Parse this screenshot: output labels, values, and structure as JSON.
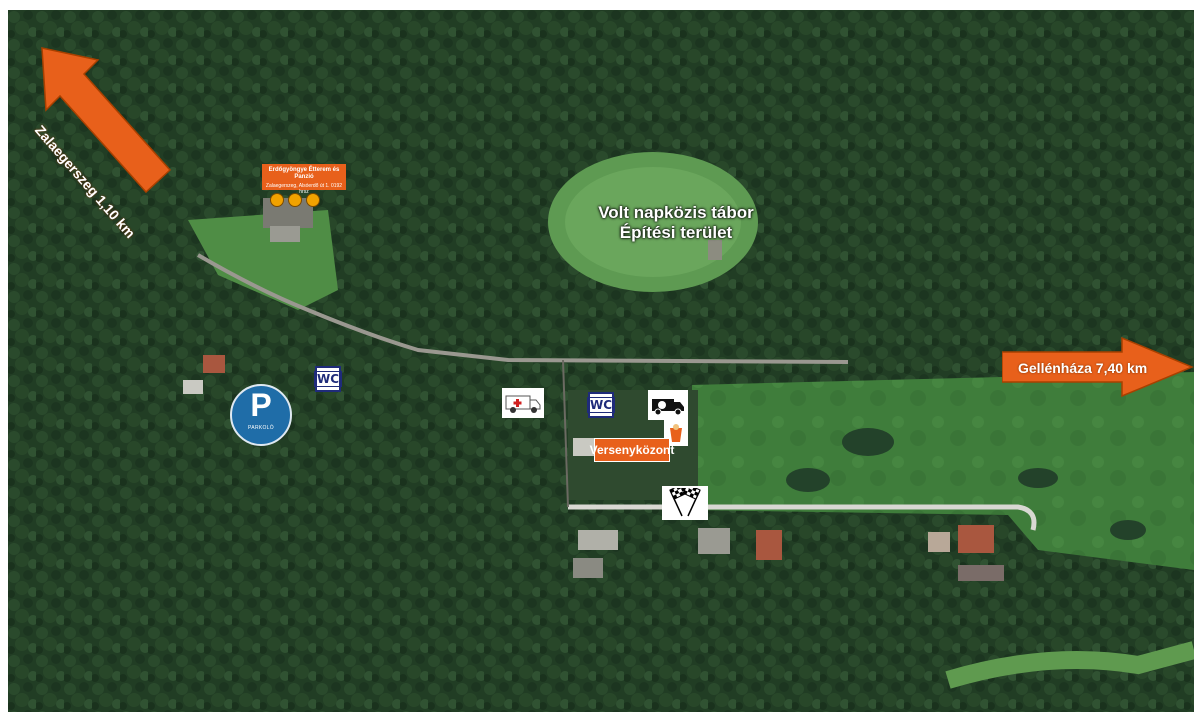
{
  "map": {
    "area_label_line1": "Volt napközis tábor",
    "area_label_line2": "Építési terület",
    "direction_zalaegerszeg": "Zalaegerszeg 1,10 km",
    "direction_gellenhaza": "Gellénháza 7,40 km",
    "race_center": "Versenyközont",
    "parking_letter": "P",
    "parking_sub": "PARKOLÓ",
    "wc_label": "WC",
    "restaurant_name": "Erdőgyöngye Étterem és Panzió",
    "restaurant_address": "Zalaegerszeg, Alsóerdő út 1. 0192 hrsz",
    "icons": [
      "wc-icon",
      "parking-icon",
      "ambulance-icon",
      "service-van-icon",
      "first-aid-icon",
      "checkered-flags-icon",
      "restaurant-icons",
      "direction-arrow-icon"
    ],
    "colors": {
      "arrow_orange": "#e8601b",
      "sign_blue": "#1f2b7a",
      "parking_blue": "#1f6da8",
      "forest": "#1f3a22",
      "meadow": "#3d7a3a"
    }
  }
}
